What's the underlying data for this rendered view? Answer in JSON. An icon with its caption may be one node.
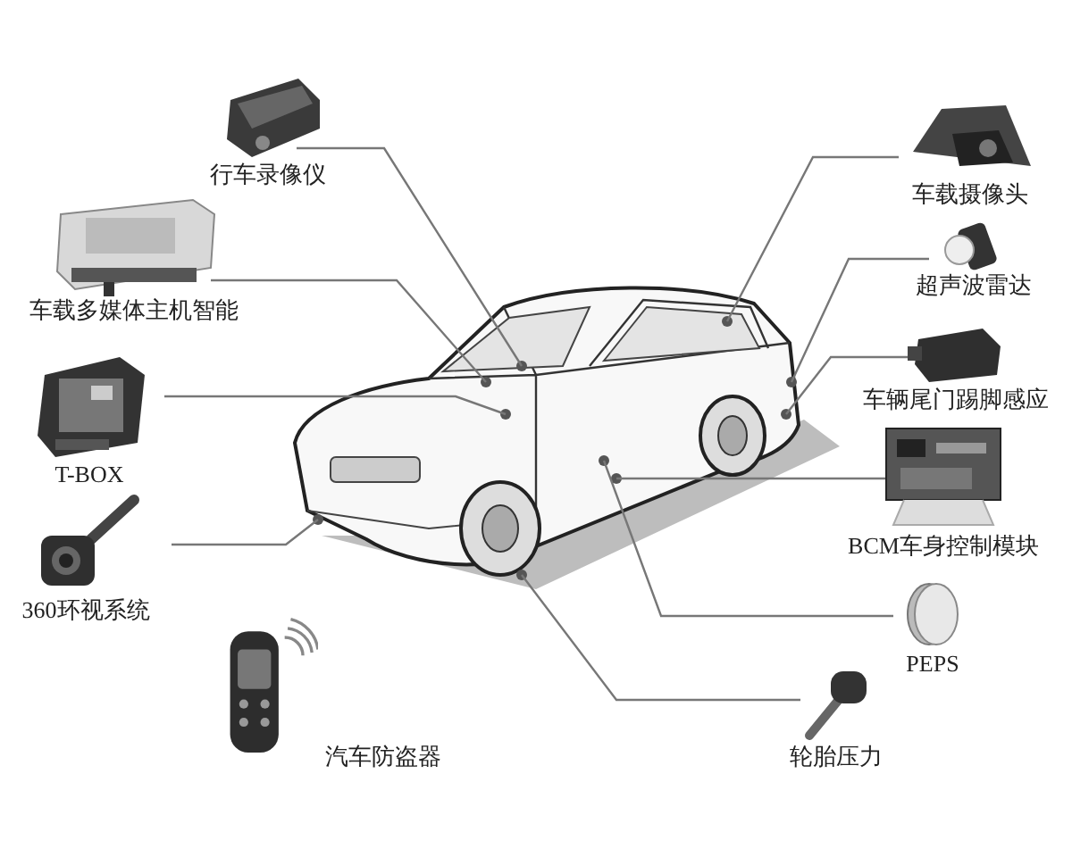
{
  "diagram": {
    "nodes": [
      {
        "text": [
          "行车录像仪"
        ]
      },
      {
        "text": [
          "车载多媒体主机智能"
        ]
      },
      {
        "text": [
          "T-BOX"
        ]
      },
      {
        "text": [
          "360环视系统"
        ]
      },
      {
        "text": [
          "汽车防盗器"
        ]
      },
      {
        "text": [
          "车载摄像头"
        ]
      },
      {
        "text": [
          "超声波雷达"
        ]
      },
      {
        "text": [
          "车辆尾门踢脚感应"
        ]
      },
      {
        "text": [
          "BCM车身控制模块"
        ]
      },
      {
        "text": [
          "PEPS"
        ]
      },
      {
        "text": [
          "轮胎压力"
        ]
      }
    ],
    "edges": [
      {
        "from": 0,
        "to": null,
        "arrow": "none"
      },
      {
        "from": 1,
        "to": null,
        "arrow": "none"
      },
      {
        "from": 2,
        "to": null,
        "arrow": "none"
      },
      {
        "from": 3,
        "to": null,
        "arrow": "none"
      },
      {
        "from": 5,
        "to": null,
        "arrow": "none"
      },
      {
        "from": 6,
        "to": null,
        "arrow": "none"
      },
      {
        "from": 7,
        "to": null,
        "arrow": "none"
      },
      {
        "from": 8,
        "to": null,
        "arrow": "none"
      },
      {
        "from": 9,
        "to": null,
        "arrow": "none"
      },
      {
        "from": 10,
        "to": null,
        "arrow": "none"
      }
    ]
  }
}
